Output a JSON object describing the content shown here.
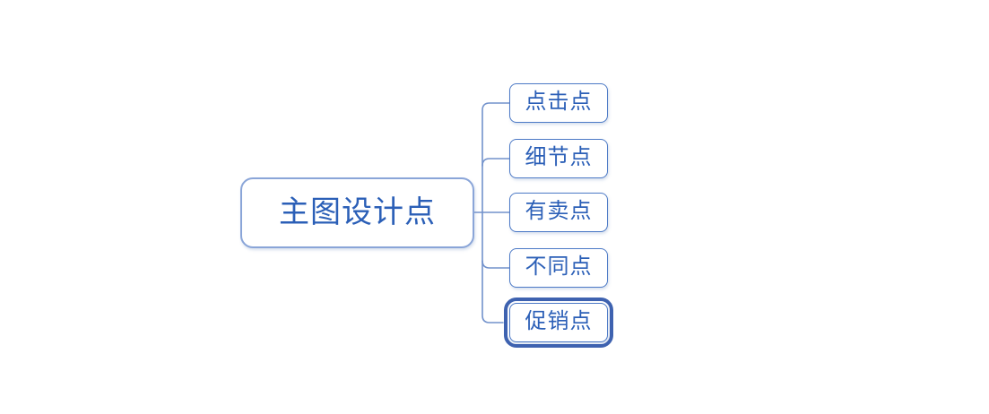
{
  "diagram": {
    "type": "mindmap",
    "root": {
      "label": "主图设计点"
    },
    "children": [
      {
        "label": "点击点",
        "selected": false
      },
      {
        "label": "细节点",
        "selected": false
      },
      {
        "label": "有卖点",
        "selected": false
      },
      {
        "label": "不同点",
        "selected": false
      },
      {
        "label": "促销点",
        "selected": true
      }
    ],
    "colors": {
      "text": "#2B5FB7",
      "root_border": "#8AA5D8",
      "child_border": "#4D7AC6",
      "connector": "#7292CC",
      "selection": "#3E62B0",
      "background": "#FFFFFF"
    }
  }
}
